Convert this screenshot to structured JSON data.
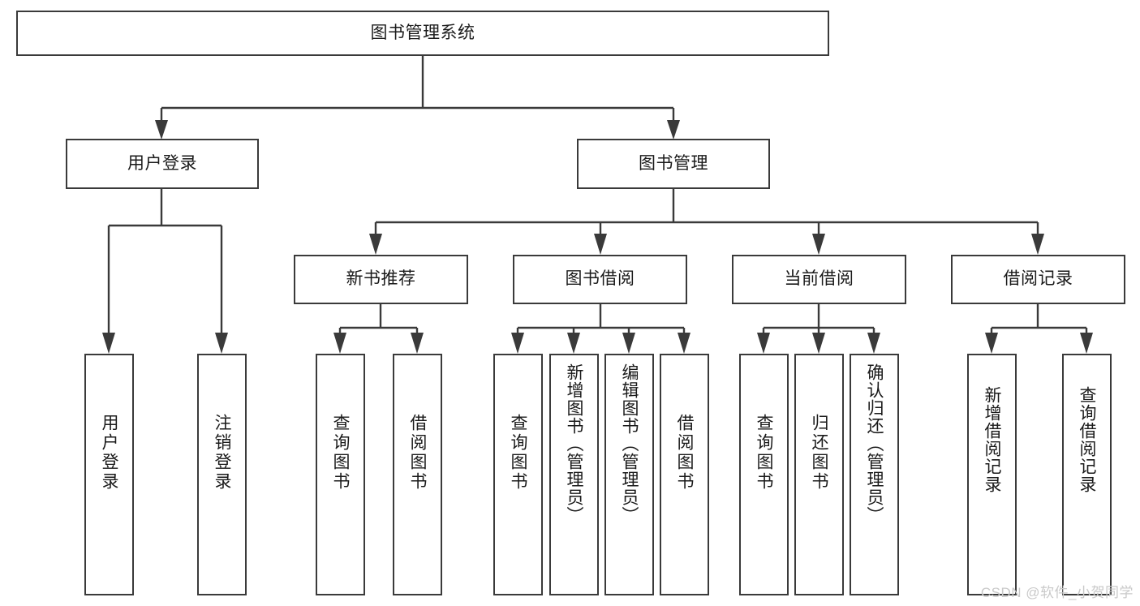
{
  "diagram": {
    "type": "tree-hierarchy-chart",
    "title_node": {
      "id": "root",
      "label": "图书管理系统"
    },
    "level2": [
      {
        "id": "user-login",
        "label": "用户登录"
      },
      {
        "id": "book-manage",
        "label": "图书管理"
      }
    ],
    "level3": [
      {
        "id": "new-book-recommend",
        "label": "新书推荐",
        "parent": "book-manage"
      },
      {
        "id": "book-borrow",
        "label": "图书借阅",
        "parent": "book-manage"
      },
      {
        "id": "current-borrow",
        "label": "当前借阅",
        "parent": "book-manage"
      },
      {
        "id": "borrow-record",
        "label": "借阅记录",
        "parent": "book-manage"
      }
    ],
    "leaves": {
      "user-login": [
        {
          "id": "leaf-user-login",
          "label": "用户登录"
        },
        {
          "id": "leaf-logout",
          "label": "注销登录"
        }
      ],
      "new-book-recommend": [
        {
          "id": "leaf-query-book-1",
          "label": "查询图书"
        },
        {
          "id": "leaf-borrow-book-1",
          "label": "借阅图书"
        }
      ],
      "book-borrow": [
        {
          "id": "leaf-query-book-2",
          "label": "查询图书"
        },
        {
          "id": "leaf-add-book",
          "label": "新增图书（管理员）"
        },
        {
          "id": "leaf-edit-book",
          "label": "编辑图书（管理员）"
        },
        {
          "id": "leaf-borrow-book-2",
          "label": "借阅图书"
        }
      ],
      "current-borrow": [
        {
          "id": "leaf-query-book-3",
          "label": "查询图书"
        },
        {
          "id": "leaf-return-book",
          "label": "归还图书"
        },
        {
          "id": "leaf-confirm-return",
          "label": "确认归还（管理员）"
        }
      ],
      "borrow-record": [
        {
          "id": "leaf-add-record",
          "label": "新增借阅记录"
        },
        {
          "id": "leaf-query-record",
          "label": "查询借阅记录"
        }
      ]
    },
    "colors": {
      "border": "#3a3a3a",
      "background": "#ffffff",
      "text": "#1a1a1a",
      "watermark": "#c9c9c9"
    }
  },
  "watermark": {
    "text": "CSDN @软件_小贺同学"
  }
}
